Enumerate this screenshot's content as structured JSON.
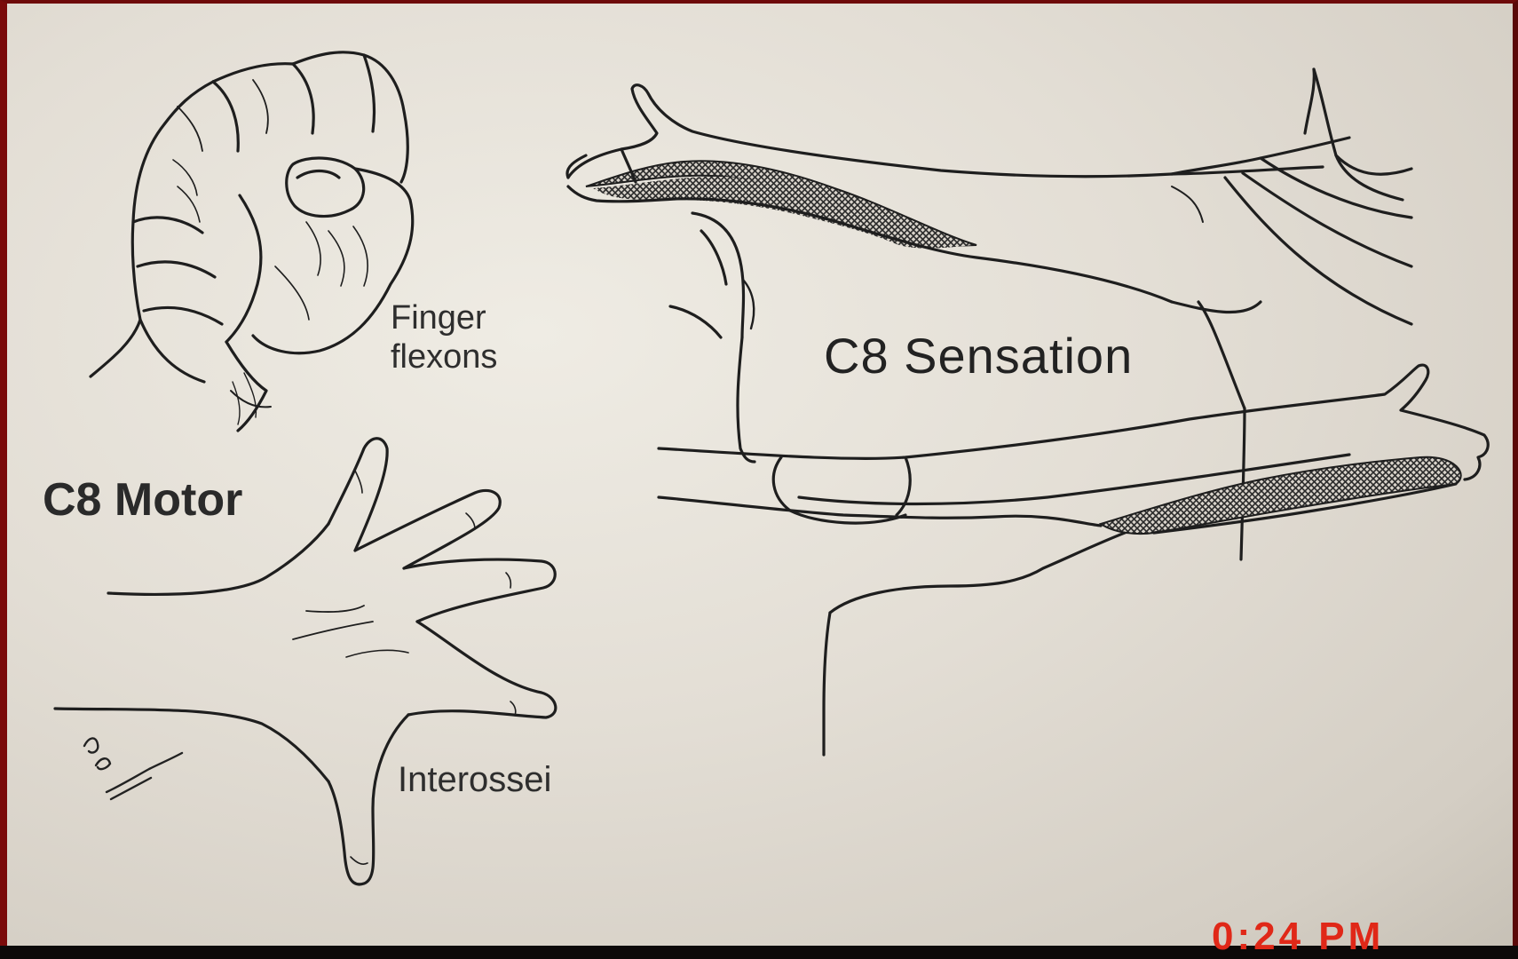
{
  "labels": {
    "sensation": "C8 Sensation",
    "motor": "C8 Motor",
    "finger_line1": "Finger",
    "finger_line2": "flexons",
    "interossei": "Interossei"
  },
  "timestamp": "0:24 PM",
  "colors": {
    "frame": "#7a0a0a",
    "paper": "#e6e1d8",
    "ink": "#1e1e1e",
    "timestamp": "#e02818"
  }
}
